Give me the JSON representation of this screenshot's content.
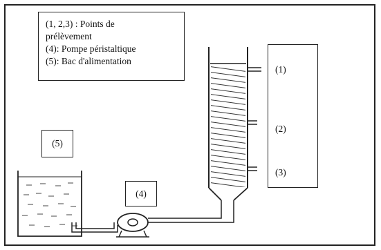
{
  "legend": {
    "line1": "(1, 2,3) : Points de",
    "line2": "prélèvement",
    "line3": "(4): Pompe péristaltique",
    "line4": "(5): Bac d'alimentation"
  },
  "labels": {
    "p1": "(1)",
    "p2": "(2)",
    "p3": "(3)",
    "pump": "(4)",
    "tank": "(5)"
  }
}
